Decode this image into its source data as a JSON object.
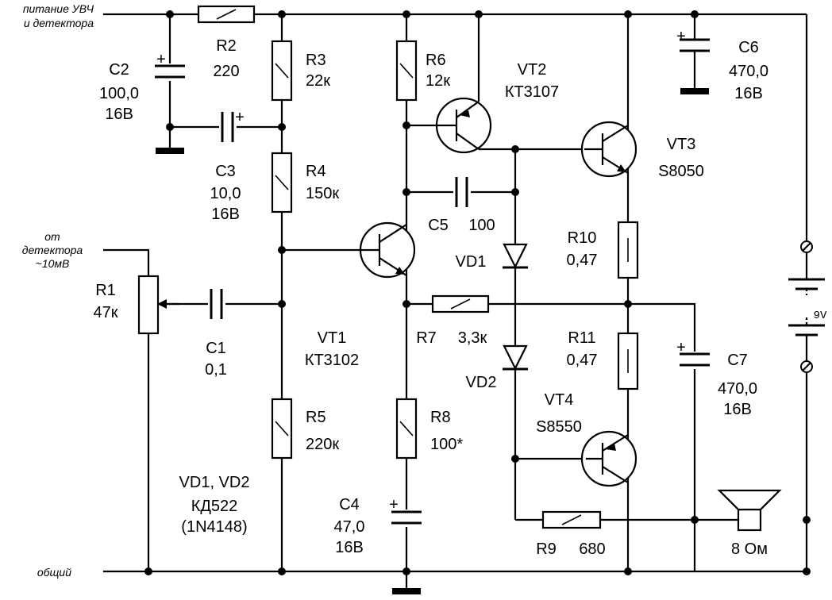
{
  "labels": {
    "supply": [
      "питание УВЧ",
      "и детектора"
    ],
    "input": [
      "от",
      "детектора",
      "~10мВ"
    ],
    "common": "общий",
    "diodes_note": [
      "VD1, VD2",
      "КД522",
      "(1N4148)"
    ]
  },
  "components": {
    "R1": [
      "R1",
      "47к"
    ],
    "R2": [
      "R2",
      "220"
    ],
    "R3": [
      "R3",
      "22к"
    ],
    "R4": [
      "R4",
      "150к"
    ],
    "R5": [
      "R5",
      "220к"
    ],
    "R6": [
      "R6",
      "12к"
    ],
    "R7": [
      "R7",
      "3,3к"
    ],
    "R8": [
      "R8",
      "100*"
    ],
    "R9": [
      "R9",
      "680"
    ],
    "R10": [
      "R10",
      "0,47"
    ],
    "R11": [
      "R11",
      "0,47"
    ],
    "C1": [
      "C1",
      "0,1"
    ],
    "C2": [
      "C2",
      "100,0",
      "16В"
    ],
    "C3": [
      "C3",
      "10,0",
      "16В"
    ],
    "C4": [
      "C4",
      "47,0",
      "16В"
    ],
    "C5": [
      "C5",
      "100"
    ],
    "C6": [
      "C6",
      "470,0",
      "16В"
    ],
    "C7": [
      "C7",
      "470,0",
      "16В"
    ],
    "VT1": [
      "VT1",
      "КТ3102"
    ],
    "VT2": [
      "VT2",
      "КТ3107"
    ],
    "VT3": [
      "VT3",
      "S8050"
    ],
    "VT4": [
      "VT4",
      "S8550"
    ],
    "VD1": "VD1",
    "VD2": "VD2",
    "speaker": "8 Ом",
    "battery": "9V",
    "plus": "+"
  }
}
